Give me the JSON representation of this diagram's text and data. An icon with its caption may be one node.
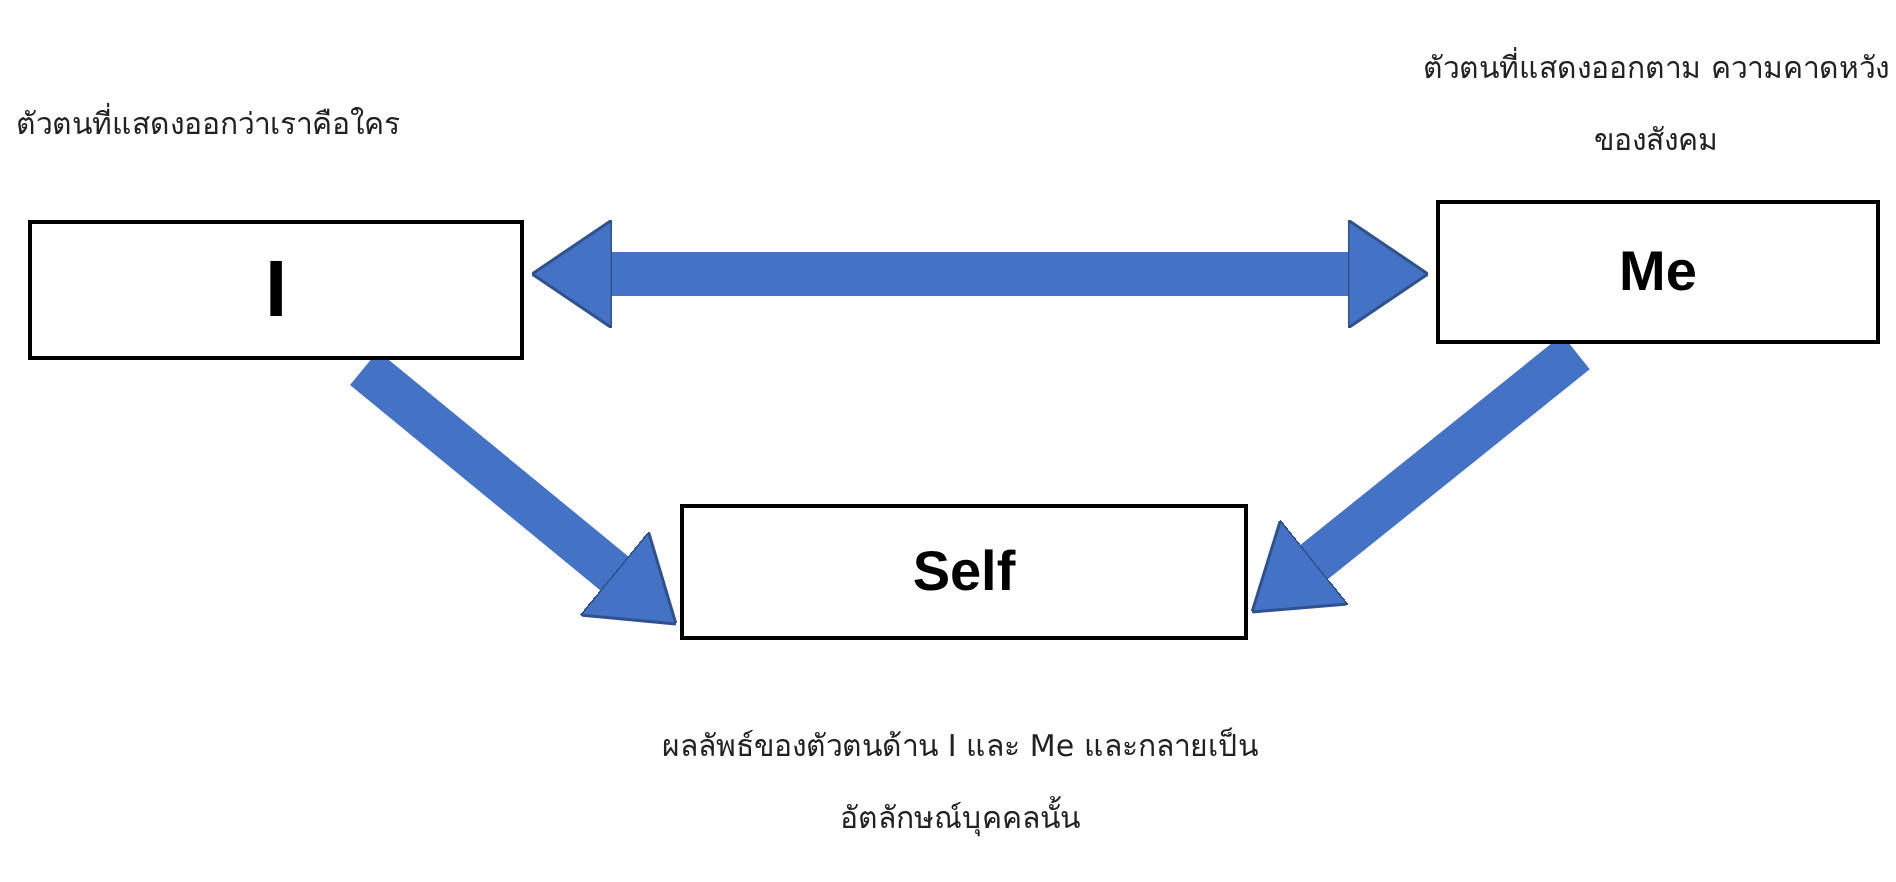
{
  "diagram": {
    "nodes": [
      {
        "text": [
          "I"
        ],
        "beside": [
          "ตัวตนที่แสดงออกว่าเราคือใคร"
        ]
      },
      {
        "text": [
          "Me"
        ],
        "beside": [
          "ตัวตนที่แสดงออกตาม ความคาดหวังของสังคม"
        ]
      },
      {
        "text": [
          "Self"
        ],
        "beside": [
          "ผลลัพธ์ของตัวตนด้าน I และ Me และกลายเป็นอัตลักษณ์บุคคลนั้น"
        ]
      }
    ],
    "edges": [
      {
        "from": 0,
        "to": 1,
        "arrow": "both"
      },
      {
        "from": 0,
        "to": 2,
        "arrow": "to"
      },
      {
        "from": 1,
        "to": 2,
        "arrow": "to"
      }
    ]
  }
}
